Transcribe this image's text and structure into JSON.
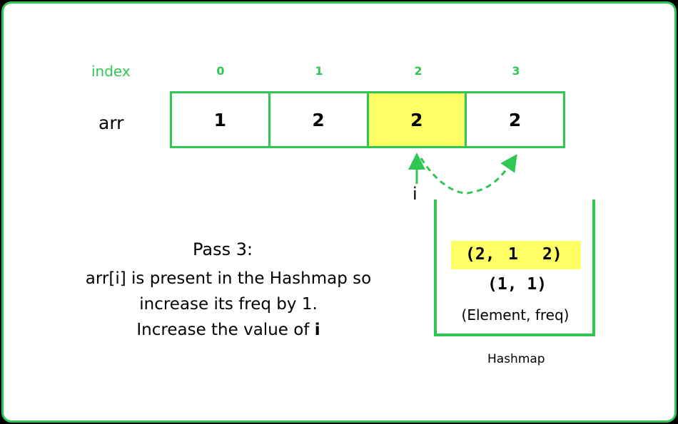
{
  "index_label": "index",
  "indices": [
    "0",
    "1",
    "2",
    "3"
  ],
  "arr_label": "arr",
  "array": [
    "1",
    "2",
    "2",
    "2"
  ],
  "highlighted_index": 2,
  "pointer_label": "i",
  "pass_title": "Pass 3:",
  "desc_line1": "arr[i] is present in the Hashmap so",
  "desc_line2": "increase its freq by 1.",
  "desc_line3_prefix": "Increase the value of ",
  "desc_line3_var": "i",
  "hashmap_entries": {
    "entry1_open": "(2,",
    "entry1_old": "1",
    "entry1_new": "2)",
    "entry2": "(1, 1)"
  },
  "entry_caption": "(Element, freq)",
  "hashmap_label": "Hashmap",
  "colors": {
    "accent": "#2fc653",
    "highlight": "#ffff66",
    "text": "#000000"
  }
}
